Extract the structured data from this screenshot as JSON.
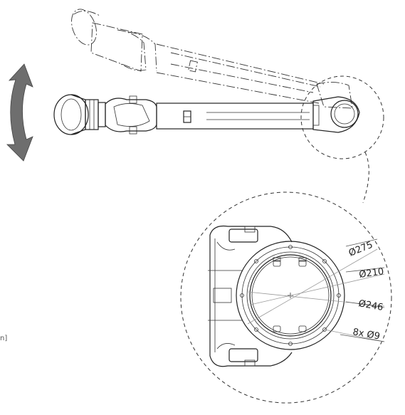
{
  "dimensions": {
    "d275": "Ø275",
    "d210": "Ø210",
    "d246": "Ø246",
    "holes": "8x Ø9"
  },
  "cut_label": "n]",
  "colors": {
    "arrow_fill": "#6e6e6e",
    "line": "#222222"
  },
  "icons": {
    "motion_arrow": "double-headed-curved-arrow"
  }
}
